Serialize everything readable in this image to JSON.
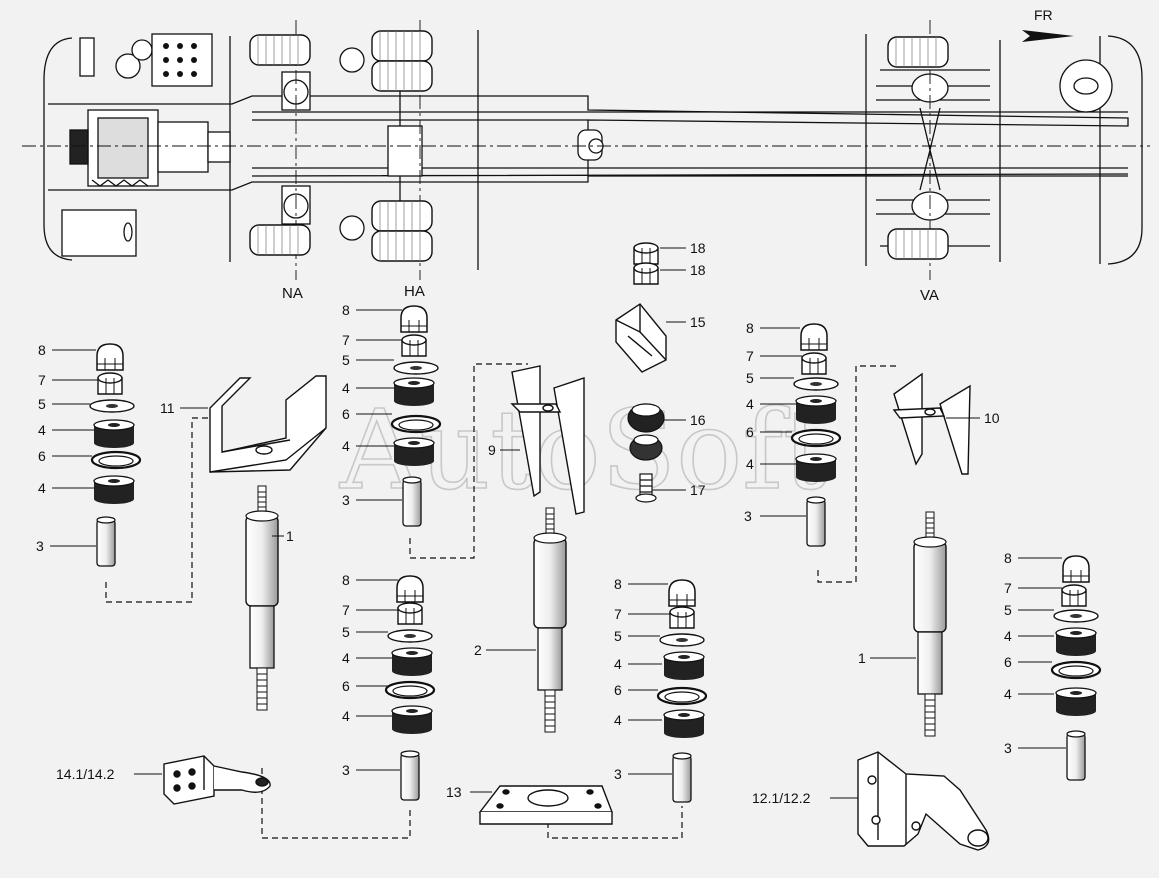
{
  "direction": {
    "label": "FR"
  },
  "axles": {
    "front_left": "NA",
    "rear": "HA",
    "front_right": "VA"
  },
  "watermark": "AutoSoft",
  "callouts": {
    "n1": "1",
    "n2": "2",
    "n3": "3",
    "n4": "4",
    "n5": "5",
    "n6": "6",
    "n7": "7",
    "n8": "8",
    "n9": "9",
    "n10": "10",
    "n11": "11",
    "n13": "13",
    "n14": "14.1/14.2",
    "n15": "15",
    "n16": "16",
    "n17": "17",
    "n18": "18",
    "n12": "12.1/12.2"
  },
  "colors": {
    "line": "#1a1a1a",
    "paper": "#f2f2f2",
    "fill_dark": "#2a2a2a",
    "fill_light": "#ffffff"
  }
}
